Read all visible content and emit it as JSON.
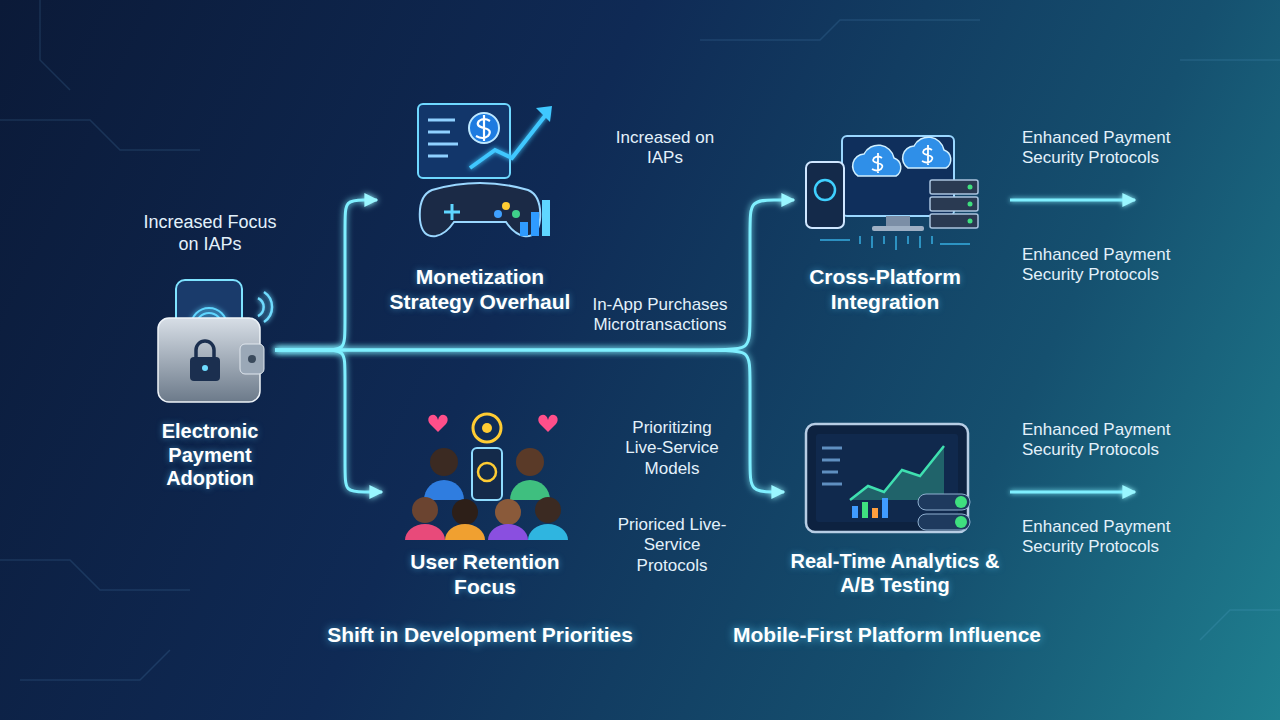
{
  "diagram": {
    "nodes": [
      {
        "text": [
          "Electronic Payment Adoption"
        ]
      },
      {
        "text": [
          "Monetization Strategy Overhaul"
        ]
      },
      {
        "text": [
          "User Retention Focus"
        ]
      },
      {
        "text": [
          "Cross-Platform Integration"
        ]
      },
      {
        "text": [
          "Real-Time Analytics & A/B Testing"
        ]
      }
    ],
    "edges": [
      {
        "from": 0,
        "to": 1,
        "arrow": "to"
      },
      {
        "from": 0,
        "to": 2,
        "arrow": "to"
      },
      {
        "from": 0,
        "to": 3,
        "label": "In-App Purchases Microtransactions",
        "arrow": "to"
      },
      {
        "from": 0,
        "to": 4,
        "arrow": "to"
      },
      {
        "from": 1,
        "to": 3,
        "label": "Increased on IAPs",
        "arrow": "to"
      },
      {
        "from": 2,
        "to": 4,
        "label": "Prioritizing Live-Service Models",
        "arrow": "to"
      }
    ],
    "labels": [
      "Increased Focus on IAPs",
      "Prioriced Live-Service Protocols",
      "Enhanced Payment Security Protocols",
      "Enhanced Payment Security Protocols",
      "Enhanced Payment Security Protocols",
      "Enhanced Payment Security Protocols",
      "Shift in Development Priorities",
      "Mobile-First Platform Influence"
    ]
  }
}
